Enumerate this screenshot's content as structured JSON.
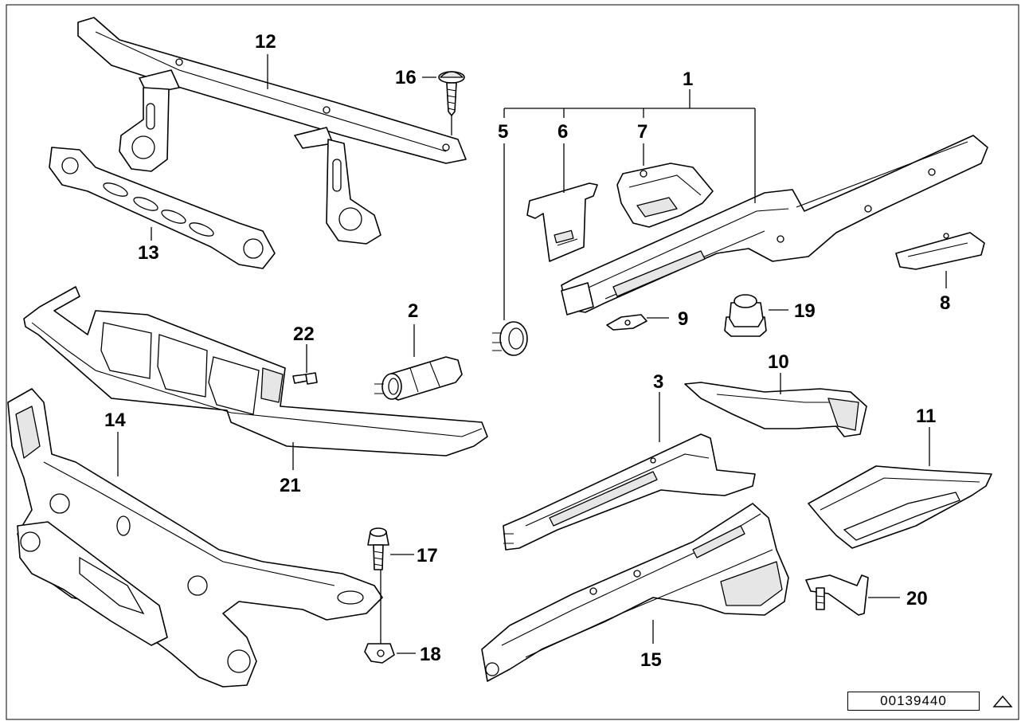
{
  "diagram": {
    "reference_number": "00139440",
    "callouts": {
      "c1": "1",
      "c2": "2",
      "c3": "3",
      "c5": "5",
      "c6": "6",
      "c7": "7",
      "c8": "8",
      "c9": "9",
      "c10": "10",
      "c11": "11",
      "c12": "12",
      "c13": "13",
      "c14": "14",
      "c15": "15",
      "c16": "16",
      "c17": "17",
      "c18": "18",
      "c19": "19",
      "c20": "20",
      "c21": "21",
      "c22": "22"
    }
  }
}
